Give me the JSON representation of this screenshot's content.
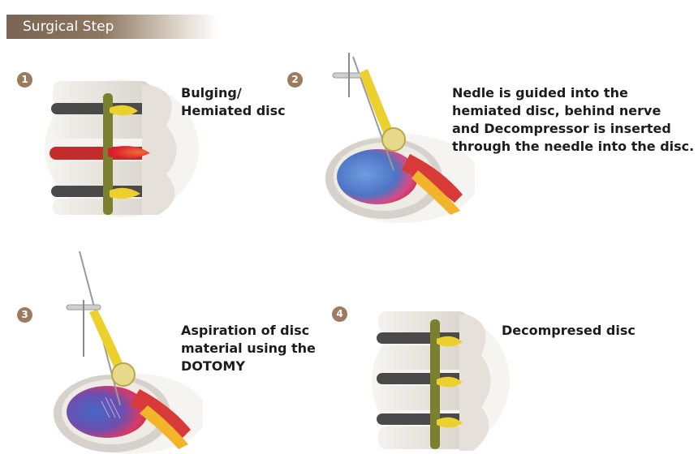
{
  "header": {
    "title": "Surgical Step"
  },
  "steps": [
    {
      "number": "1",
      "lines": [
        "Bulging/",
        "Hemiated disc"
      ]
    },
    {
      "number": "2",
      "lines": [
        "Nedle is guided into the",
        "hemiated disc, behind nerve",
        "and Decompressor is inserted",
        "through the needle into the disc."
      ]
    },
    {
      "number": "3",
      "lines": [
        "Aspiration of disc",
        "material using the",
        "DOTOMY"
      ]
    },
    {
      "number": "4",
      "lines": [
        "Decompresed disc"
      ]
    }
  ],
  "colors": {
    "header": "#7a6552",
    "badge": "#9c7b5e",
    "nerve": "#e8c92c",
    "inflamed": "#e23a2a",
    "disc_nucleus": "#3d6fc0"
  }
}
